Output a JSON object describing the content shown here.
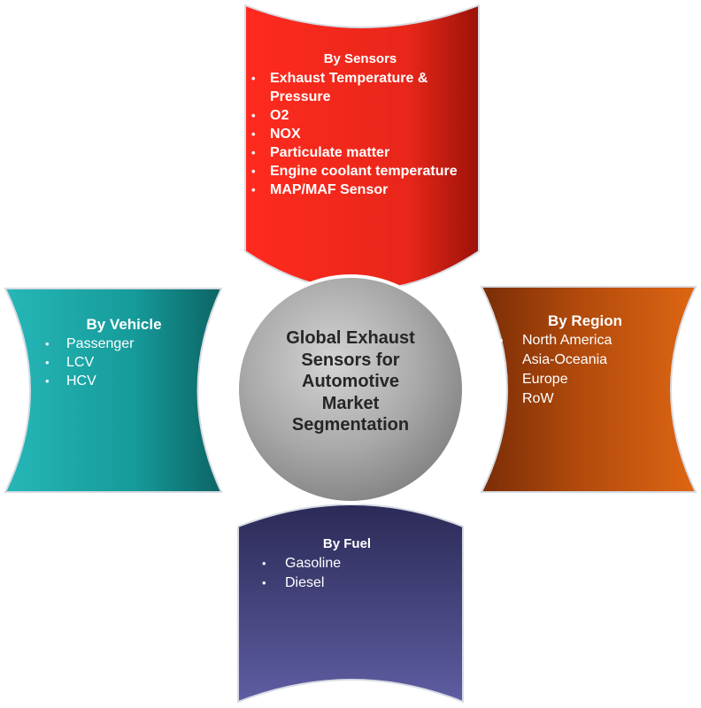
{
  "center": {
    "lines": [
      "Global Exhaust",
      "Sensors for",
      "Automotive",
      "Market",
      "Segmentation"
    ]
  },
  "sensors": {
    "title": "By Sensors",
    "items": [
      "Exhaust Temperature & Pressure",
      "O2",
      "NOX",
      "Particulate matter",
      "Engine coolant temperature",
      "MAP/MAF Sensor"
    ]
  },
  "vehicle": {
    "title": "By Vehicle",
    "items": [
      "Passenger",
      "LCV",
      "HCV"
    ]
  },
  "region": {
    "title": "By Region",
    "items": [
      "North America",
      "Asia-Oceania",
      "Europe",
      "RoW"
    ]
  },
  "fuel": {
    "title": "By Fuel",
    "items": [
      "Gasoline",
      "Diesel"
    ]
  },
  "colors": {
    "sensors": "#e8261a",
    "vehicle": "#169a9a",
    "region": "#c9560f",
    "fuel": "#4b4a8c",
    "center": "#a3a3a3"
  }
}
